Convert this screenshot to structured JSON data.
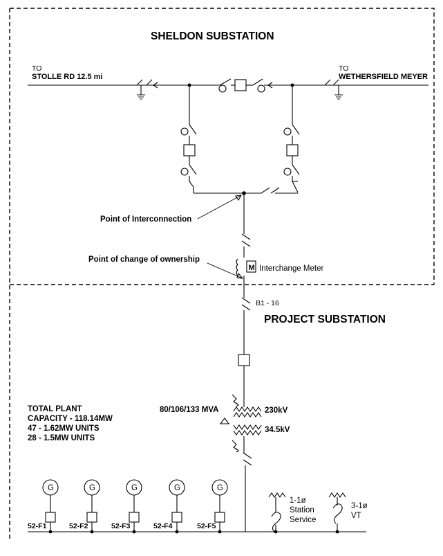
{
  "sheldon": {
    "title": "SHELDON SUBSTATION"
  },
  "project": {
    "title": "PROJECT SUBSTATION"
  },
  "lines": {
    "left_to": "TO",
    "left_name": "STOLLE RD 12.5 mi",
    "right_to": "TO",
    "right_name": "WETHERSFIELD MEYER"
  },
  "annotations": {
    "poi": "Point of Interconnection",
    "poco": "Point of change of ownership",
    "meter_label": "Interchange Meter",
    "meter_symbol": "M",
    "breaker_label": "B1 - 16"
  },
  "transformer": {
    "rating": "80/106/133 MVA",
    "hv": "230kV",
    "lv": "34.5kV"
  },
  "plant": {
    "line1": "TOTAL PLANT",
    "line2": "CAPACITY - 118.14MW",
    "line3": "47 - 1.62MW UNITS",
    "line4": "28 - 1.5MW UNITS"
  },
  "feeders": [
    {
      "label": "52-F1",
      "gen": "G"
    },
    {
      "label": "52-F2",
      "gen": "G"
    },
    {
      "label": "52-F3",
      "gen": "G"
    },
    {
      "label": "52-F4",
      "gen": "G"
    },
    {
      "label": "52-F5",
      "gen": "G"
    }
  ],
  "station_service": {
    "line1": "1-1ø",
    "line2": "Station",
    "line3": "Service"
  },
  "vt": {
    "line1": "3-1ø",
    "line2": "VT"
  }
}
